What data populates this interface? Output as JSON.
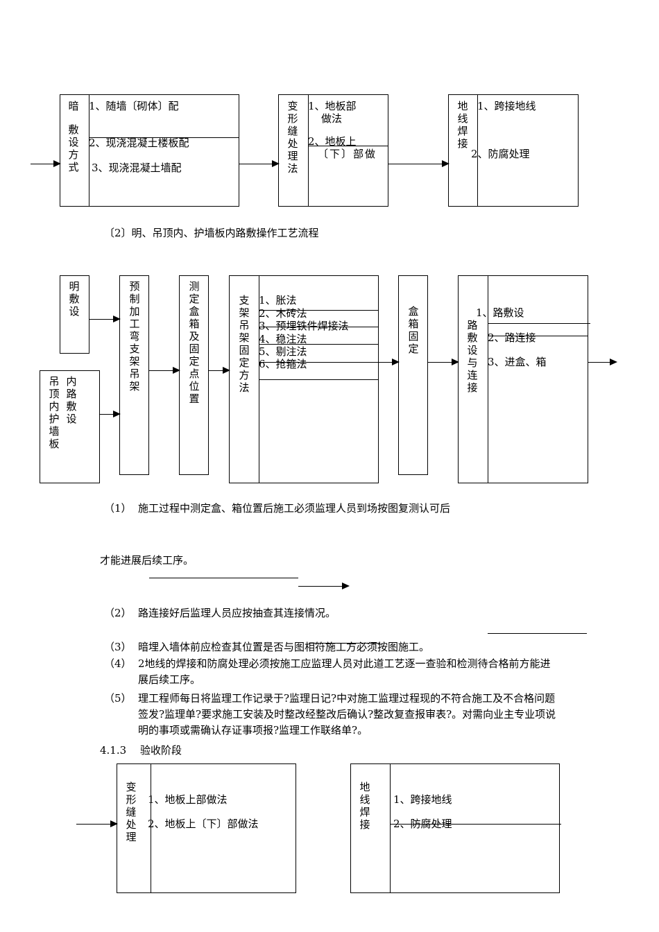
{
  "flow1": {
    "box1": {
      "title": "暗敷设方式",
      "title_top": "暗",
      "title_bottom": "敷设方式",
      "items": [
        "1、随墙〔砌体〕配",
        "2、现浇混凝土楼板配",
        "3、现浇混凝土墙配"
      ]
    },
    "box2": {
      "title": "变形缝处理法",
      "items": [
        "1、地板部",
        "做法",
        "2、地板上",
        "〔下〕部做"
      ]
    },
    "box3": {
      "title": "地线焊接",
      "items": [
        "1、跨接地线",
        "2、防腐处理"
      ]
    }
  },
  "flow2_caption": "〔2〕明、吊顶内、护墙板内路敷操作工艺流程",
  "flow2": {
    "ming": "明敷设",
    "diaoding_left": "吊顶内护墙板",
    "diaoding_right": "内路敷设",
    "yuzhi": "预制加工弯支架吊架",
    "ceding": "测定盒箱及固定点位置",
    "zhijia": {
      "title": "支架吊架固定方法",
      "items": [
        "1、胀法",
        "2、木砖法",
        "3、预埋铁件焊接法",
        "4、稳注法",
        "5、剔注法",
        "6、抢箍法"
      ]
    },
    "hexiang": "盒箱固定",
    "lufu": {
      "title": "路敷设与连接",
      "items": [
        "1、路敷设",
        "2、路连接",
        "3、进盒、箱"
      ]
    }
  },
  "notes": [
    {
      "num": "（1）",
      "text": "施工过程中测定盒、箱位置后施工必须监理人员到场按图复测认可后"
    },
    {
      "num": "",
      "text": "才能进展后续工序。"
    },
    {
      "num": "（2）",
      "text": "路连接好后监理人员应按抽查其连接情况。"
    },
    {
      "num": "（3）",
      "text": "暗埋入墙体前应检查其位置是否与图相符施工方必须按图施工。"
    },
    {
      "num": "（4）",
      "text": "2地线的焊接和防腐处理必须按施工应监理人员对此道工艺逐一查验和检测待合格前方能进展后续工序。"
    },
    {
      "num": "（5）",
      "text": "理工程师每日将监理工作记录于?监理日记?中对施工监理过程现的不符合施工及不合格问题签发?监理单?要求施工安装及时整改经整改后确认?整改复查报审表?。对需向业主专业项说明的事项或需确认存证事项报?监理工作联络单?。"
    }
  ],
  "section": {
    "num": "4.1.3",
    "title": "验收阶段"
  },
  "flow3": {
    "box1": {
      "title": "变形缝处理",
      "items": [
        "1、地板上部做法",
        "2、地板上〔下〕部做法"
      ]
    },
    "box2": {
      "title": "地线焊接",
      "items": [
        "1、跨接地线",
        "2、防腐处理"
      ]
    }
  }
}
